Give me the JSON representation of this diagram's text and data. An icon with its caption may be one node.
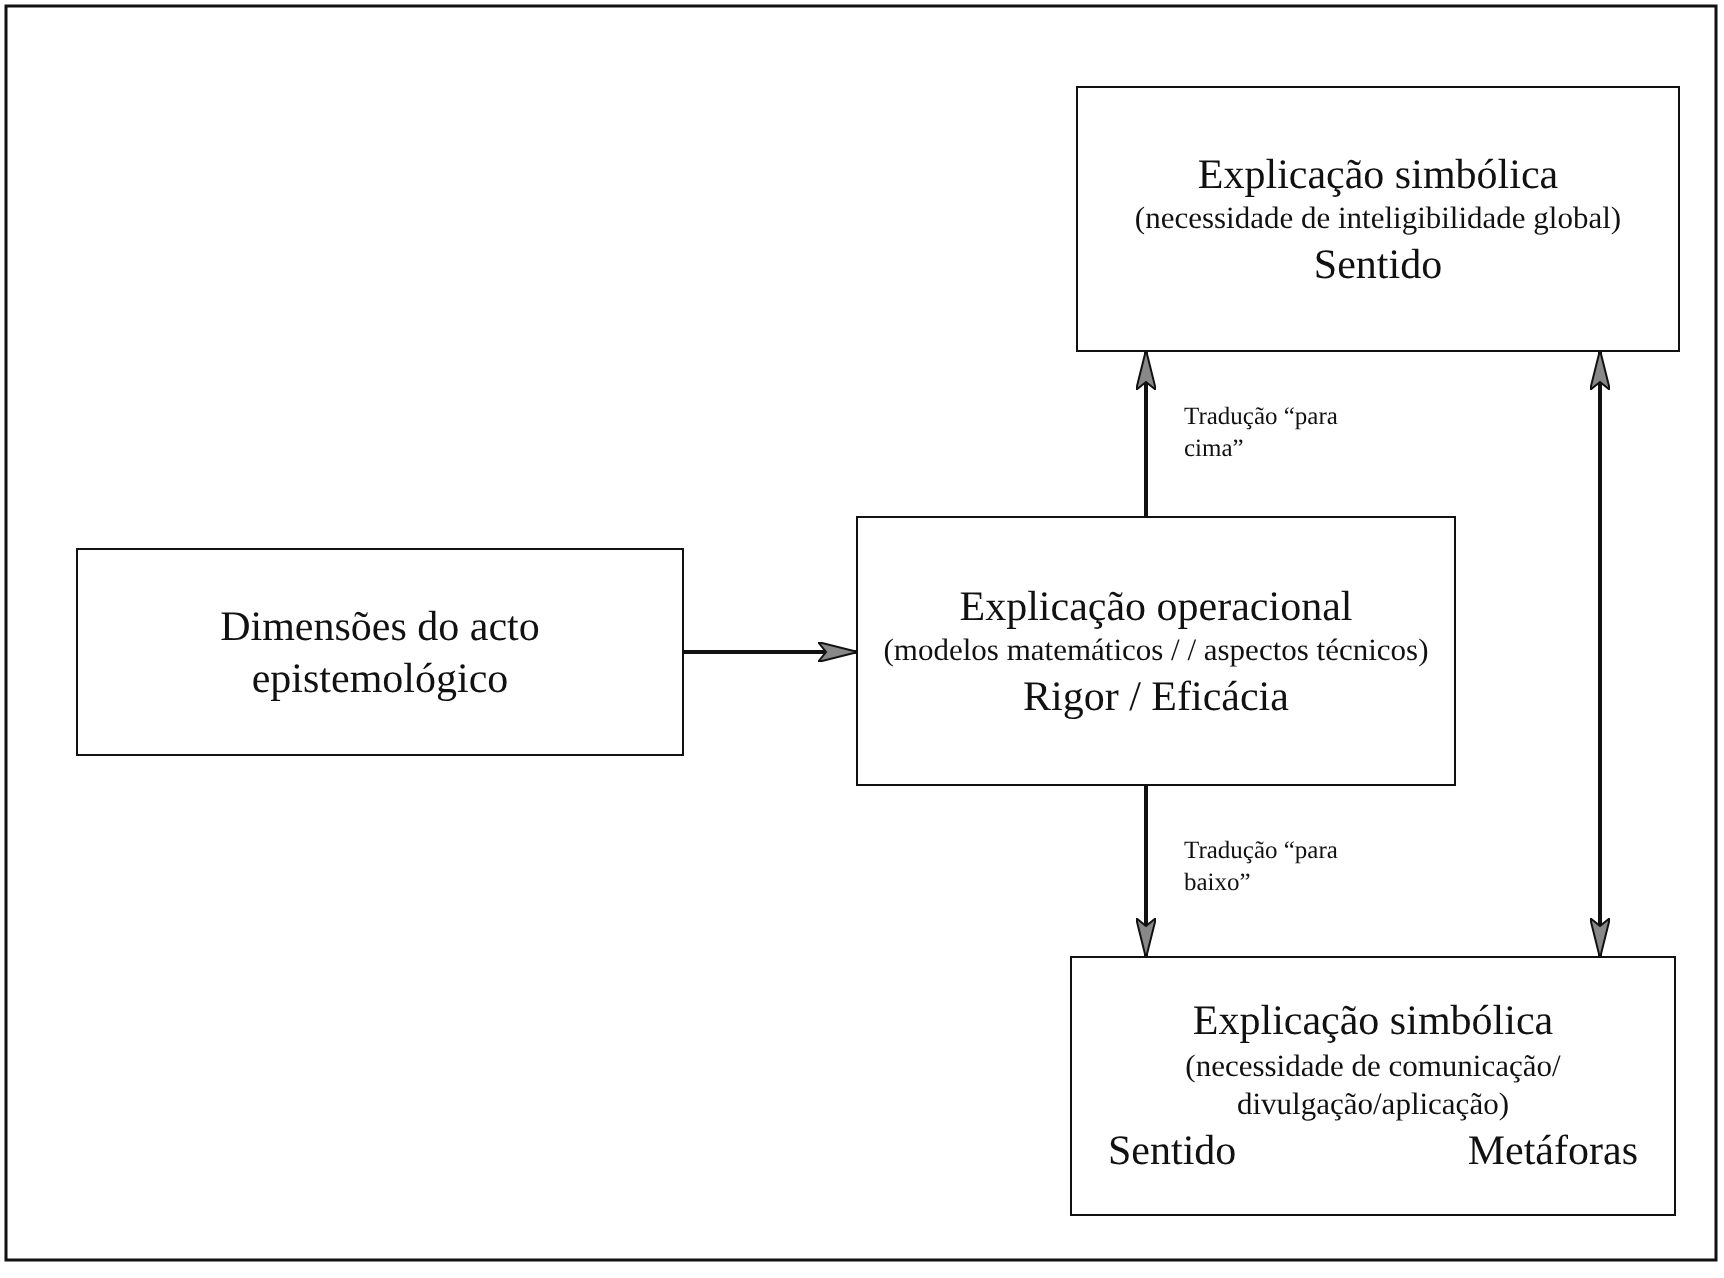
{
  "diagram": {
    "nodes": [
      {
        "text": [
          "Dimensões do acto epistemológico"
        ]
      },
      {
        "text": [
          "Explicação operacional",
          "(modelos matemáticos / / aspectos técnicos)",
          "Rigor / Eficácia"
        ]
      },
      {
        "text": [
          "Explicação simbólica",
          "(necessidade de inteligibilidade global)",
          "Sentido"
        ]
      },
      {
        "text": [
          "Explicação simbólica",
          "(necessidade de comunicação/ divulgação/aplicação)",
          "Sentido",
          "Metáforas"
        ]
      }
    ],
    "edges": [
      {
        "from": 0,
        "to": 1,
        "arrow": "to"
      },
      {
        "from": 1,
        "to": 2,
        "arrow": "to",
        "label": "Tradução “para cima”"
      },
      {
        "from": 1,
        "to": 3,
        "arrow": "to",
        "label": "Tradução “para baixo”"
      },
      {
        "from": 2,
        "to": 3,
        "arrow": "both"
      }
    ]
  }
}
